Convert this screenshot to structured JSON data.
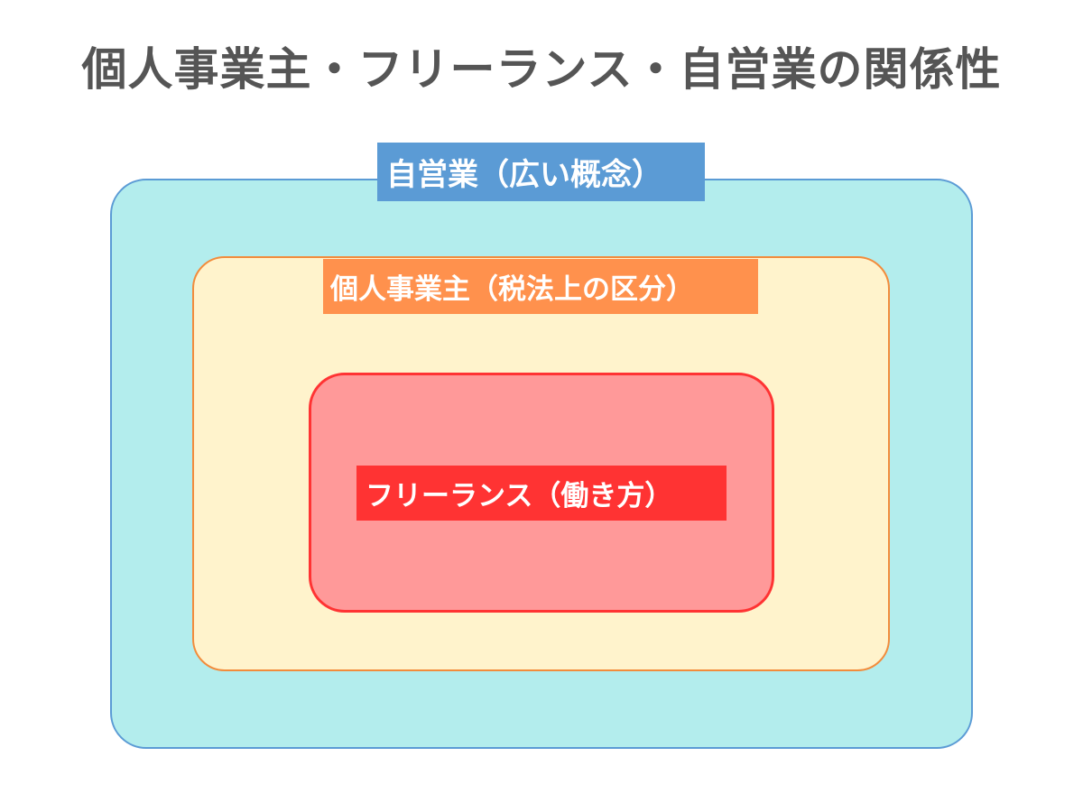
{
  "title": "個人事業主・フリーランス・自営業の関係性",
  "colors": {
    "title_text": "#555555",
    "outer_fill": "#b3eded",
    "outer_border": "#5b9bd5",
    "outer_label_bg": "#5b9bd5",
    "middle_fill": "#fff3cc",
    "middle_border": "#f28c3c",
    "middle_label_bg": "#ff914d",
    "inner_fill": "#ff9999",
    "inner_border": "#ff3333",
    "inner_label_bg": "#ff3333",
    "label_text": "#ffffff"
  },
  "diagram": {
    "outer": {
      "label": "自営業（広い概念）"
    },
    "middle": {
      "label": "個人事業主（税法上の区分）"
    },
    "inner": {
      "label": "フリーランス（働き方）"
    }
  }
}
